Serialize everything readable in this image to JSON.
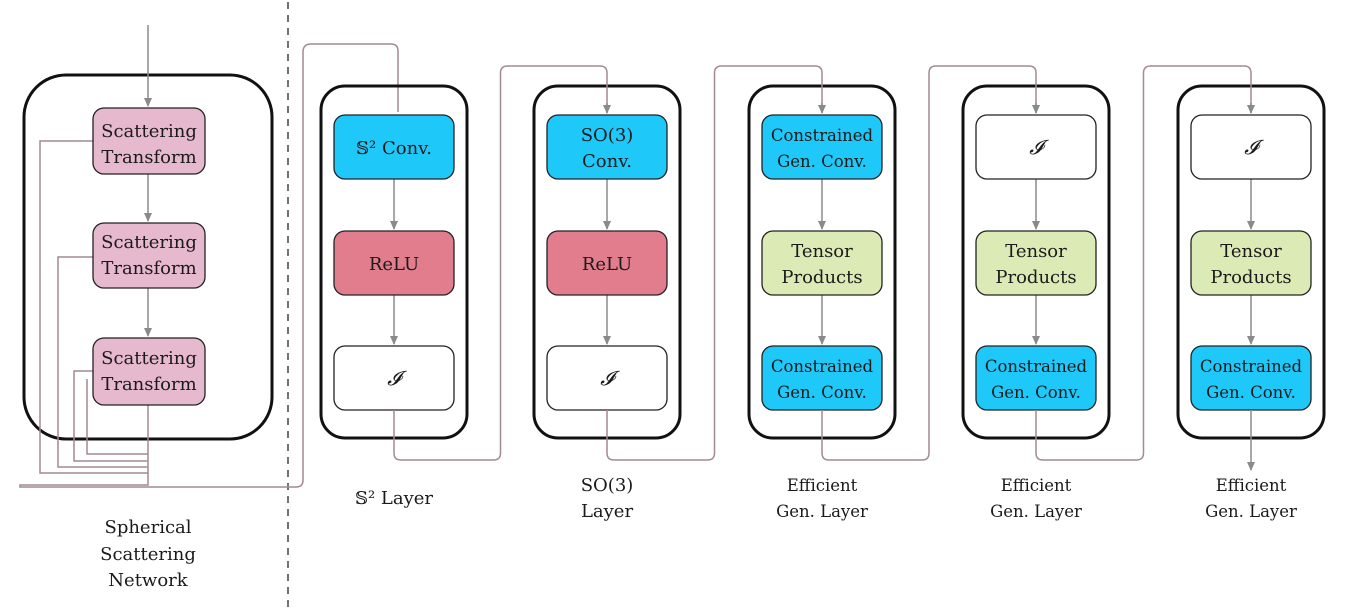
{
  "colors": {
    "scattering": "#e6b9cf",
    "conv": "#1ec8f9",
    "relu": "#e27d8e",
    "identity": "#ffffff",
    "tensor": "#dceab5"
  },
  "scattering_network": {
    "blocks": [
      {
        "line1": "Scattering",
        "line2": "Transform"
      },
      {
        "line1": "Scattering",
        "line2": "Transform"
      },
      {
        "line1": "Scattering",
        "line2": "Transform"
      }
    ],
    "caption": {
      "line1": "Spherical",
      "line2": "Scattering",
      "line3": "Network"
    }
  },
  "layers": [
    {
      "caption": {
        "line1": "𝕊² Layer",
        "line2": ""
      },
      "blocks": [
        {
          "line1": "𝕊² Conv.",
          "line2": "",
          "kind": "conv"
        },
        {
          "line1": "ReLU",
          "line2": "",
          "kind": "relu"
        },
        {
          "line1": "𝓘",
          "line2": "",
          "kind": "identity"
        }
      ]
    },
    {
      "caption": {
        "line1": "SO(3)",
        "line2": "Layer"
      },
      "blocks": [
        {
          "line1": "SO(3)",
          "line2": "Conv.",
          "kind": "conv"
        },
        {
          "line1": "ReLU",
          "line2": "",
          "kind": "relu"
        },
        {
          "line1": "𝓘",
          "line2": "",
          "kind": "identity"
        }
      ]
    },
    {
      "caption": {
        "line1": "Efficient",
        "line2": "Gen. Layer"
      },
      "blocks": [
        {
          "line1": "Constrained",
          "line2": "Gen. Conv.",
          "kind": "conv"
        },
        {
          "line1": "Tensor",
          "line2": "Products",
          "kind": "tensor"
        },
        {
          "line1": "Constrained",
          "line2": "Gen. Conv.",
          "kind": "conv"
        }
      ]
    },
    {
      "caption": {
        "line1": "Efficient",
        "line2": "Gen. Layer"
      },
      "blocks": [
        {
          "line1": "𝓘",
          "line2": "",
          "kind": "identity"
        },
        {
          "line1": "Tensor",
          "line2": "Products",
          "kind": "tensor"
        },
        {
          "line1": "Constrained",
          "line2": "Gen. Conv.",
          "kind": "conv"
        }
      ]
    },
    {
      "caption": {
        "line1": "Efficient",
        "line2": "Gen. Layer"
      },
      "blocks": [
        {
          "line1": "𝓘",
          "line2": "",
          "kind": "identity"
        },
        {
          "line1": "Tensor",
          "line2": "Products",
          "kind": "tensor"
        },
        {
          "line1": "Constrained",
          "line2": "Gen. Conv.",
          "kind": "conv"
        }
      ]
    }
  ]
}
